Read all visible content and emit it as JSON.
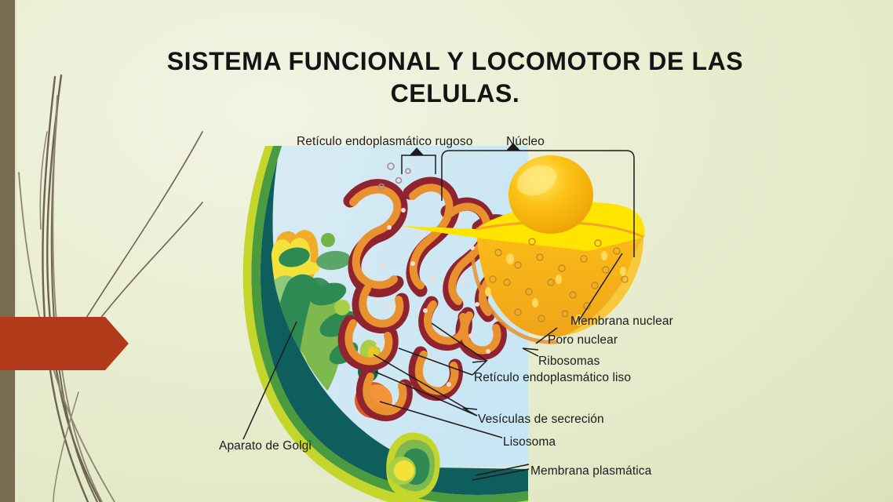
{
  "slide": {
    "title": "SISTEMA FUNCIONAL Y LOCOMOTOR DE LAS CELULAS.",
    "background_color": "#eaeed2",
    "accent_bar_color": "#776b52",
    "arrow_color": "#b03a1a"
  },
  "diagram": {
    "name": "eukaryotic-cell-cutaway",
    "colors": {
      "plasma_membrane_outer": "#c4d62b",
      "plasma_membrane_green": "#5a9a3a",
      "cytoplasm_rim": "#0f5e5e",
      "cytosol": "#cfe8f3",
      "golgi_green": "#2e8a52",
      "golgi_light": "#8fc97a",
      "golgi_yellow": "#f2e23a",
      "er_dark_red": "#8f2330",
      "er_orange": "#e8912e",
      "nucleus_yellow": "#ffe000",
      "nucleus_orange": "#f5a623",
      "nucleolus": "#f7b500",
      "lysosome": "#f07a28"
    },
    "labels": [
      {
        "id": "rer",
        "text": "Retículo endoplasmático rugoso",
        "connector": "bracket"
      },
      {
        "id": "nuc",
        "text": "Núcleo",
        "connector": "bracket"
      },
      {
        "id": "memnuc",
        "text": "Membrana nuclear",
        "connector": "leader"
      },
      {
        "id": "poro",
        "text": "Poro nuclear",
        "connector": "leader"
      },
      {
        "id": "ribo",
        "text": "Ribosomas",
        "connector": "leader"
      },
      {
        "id": "rel",
        "text": "Retículo endoplasmático liso",
        "connector": "leader"
      },
      {
        "id": "ves",
        "text": "Vesículas de secreción",
        "connector": "leader"
      },
      {
        "id": "lis",
        "text": "Lisosoma",
        "connector": "leader"
      },
      {
        "id": "golgi",
        "text": "Aparato de Golgi",
        "connector": "leader"
      },
      {
        "id": "memplas",
        "text": "Membrana plasmática",
        "connector": "leader"
      }
    ]
  }
}
